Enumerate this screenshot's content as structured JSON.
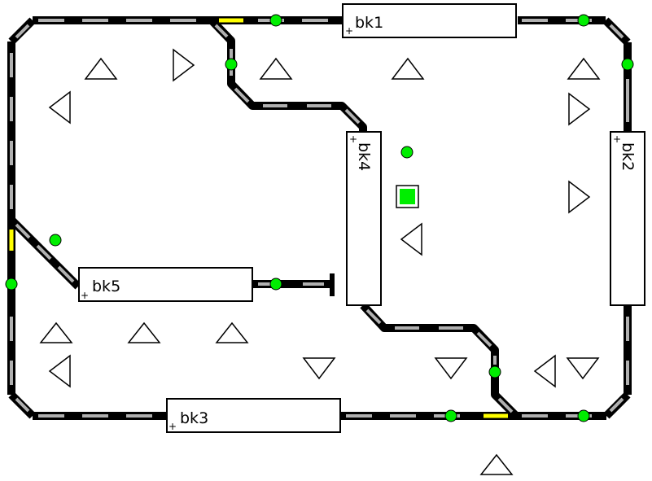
{
  "blocks": {
    "bk1": {
      "label": "bk1"
    },
    "bk2": {
      "label": "bk2"
    },
    "bk3": {
      "label": "bk3"
    },
    "bk4": {
      "label": "bk4"
    },
    "bk5": {
      "label": "bk5"
    }
  },
  "block_plus_glyph": "+",
  "colors": {
    "track_rail": "#000000",
    "track_segment": "#b0b0b0",
    "track_occupied": "#ffff00",
    "sensor_active": "#00ee00",
    "route_button": "#00ee00",
    "block_fill": "#ffffff",
    "block_border": "#000000"
  },
  "icons": {
    "sensor": "green-circle-icon",
    "signal": "triangle-icon",
    "route_button": "green-square-icon",
    "bumper": "buffer-stop-icon"
  }
}
